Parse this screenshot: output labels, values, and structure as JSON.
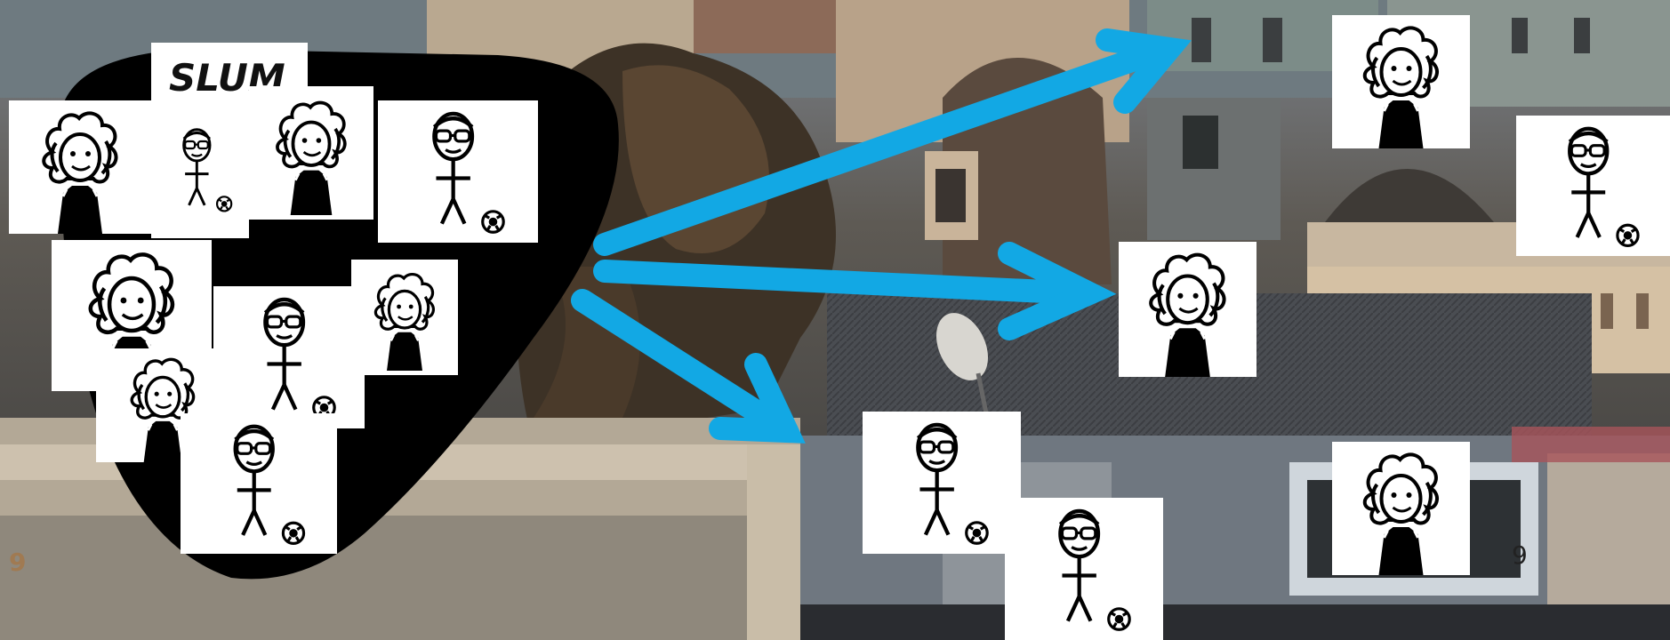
{
  "slum_label": "SLUM",
  "page_number_left": "9",
  "page_number_right": "9",
  "colors": {
    "arrow": "#12a8e4",
    "blob": "#000000",
    "page_number_left": "#a07a52",
    "page_number_right": "#222222"
  },
  "icons": {
    "girl": "curly-haired-girl-icon",
    "boy": "boy-with-soccer-ball-icon"
  }
}
